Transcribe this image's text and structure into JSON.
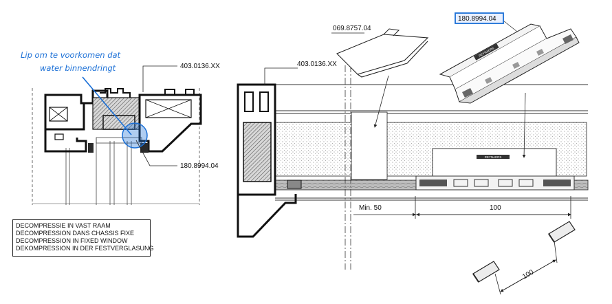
{
  "annotation": {
    "line1": "Lip om te voorkomen dat",
    "line2": "water binnendringt",
    "color": "#1a6fd6"
  },
  "labels": {
    "left_profile_code": "403.0136.XX",
    "left_vent_code": "180.8994.04",
    "main_profile_code": "403.0136.XX",
    "cover_code": "069.8757.04",
    "highlighted_vent_code": "180.8994.04",
    "min_dimension": "Min. 50",
    "spacing_dimension": "100",
    "pieces_dimension": "100",
    "brand_mark_1": "REYNAERS",
    "brand_mark_2": "REYNAERS"
  },
  "legend": {
    "lines": [
      "DECOMPRESSIE IN VAST RAAM",
      "DECOMPRESSION DANS CHASSIS FIXE",
      "DECOMPRESSION IN FIXED WINDOW",
      "DEKOMPRESSION IN DER FESTVERGLASUNG"
    ]
  }
}
